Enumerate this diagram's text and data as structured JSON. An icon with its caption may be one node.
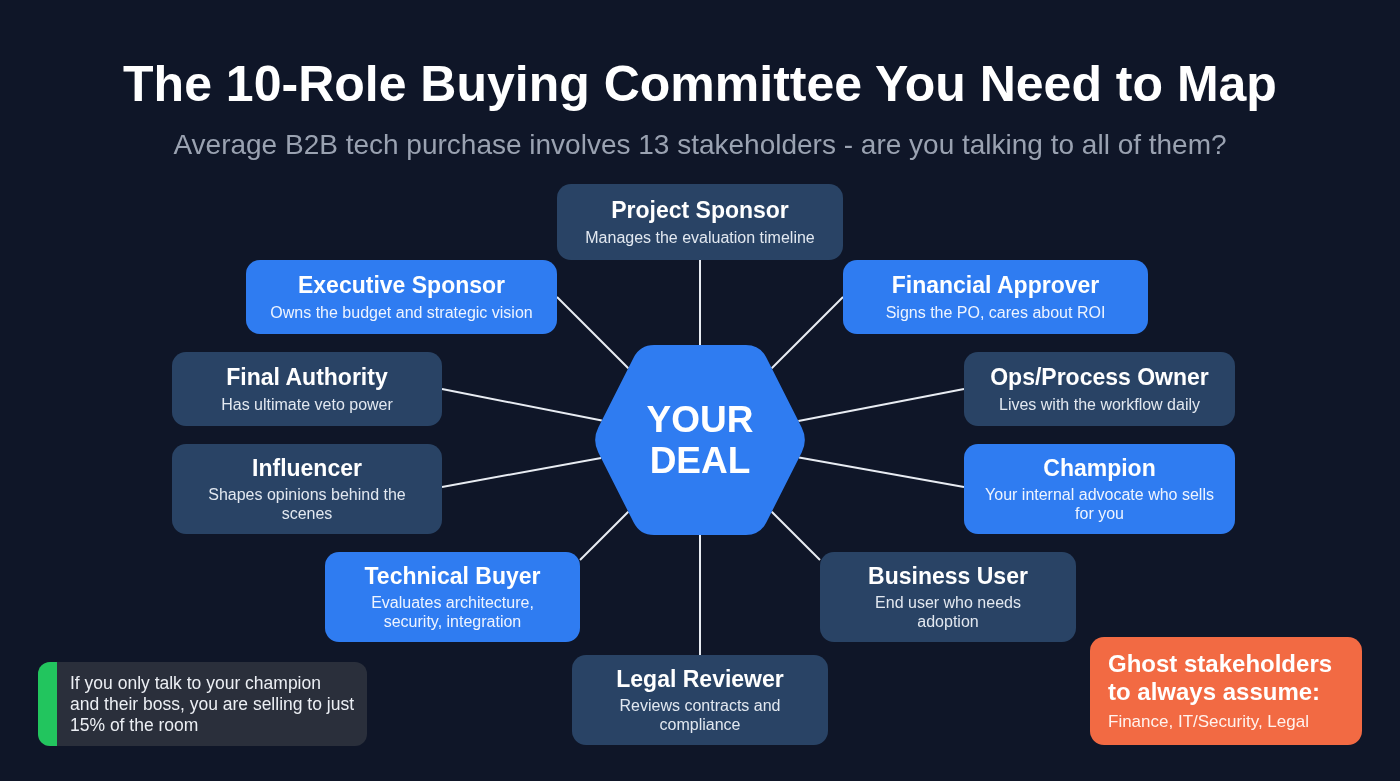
{
  "diagram": {
    "title": "The 10-Role Buying Committee You Need to Map",
    "nodes": [
      {
        "text": [
          "Project Sponsor",
          "Manages the evaluation timeline"
        ]
      },
      {
        "text": [
          "Executive Sponsor",
          "Owns the budget and strategic vision"
        ]
      },
      {
        "text": [
          "Financial Approver",
          "Signs the PO, cares about ROI"
        ]
      },
      {
        "text": [
          "Final Authority",
          "Has ultimate veto power"
        ]
      },
      {
        "text": [
          "YOUR DEAL"
        ]
      },
      {
        "text": [
          "Ops/Process Owner",
          "Lives with the workflow daily"
        ]
      },
      {
        "text": [
          "Influencer",
          "Shapes opinions behind the scenes"
        ]
      },
      {
        "text": [
          "Champion",
          "Your internal advocate who sells for you"
        ]
      },
      {
        "text": [
          "Technical Buyer",
          "Evaluates architecture, security, integration"
        ]
      },
      {
        "text": [
          "Business User",
          "End user who needs adoption"
        ]
      },
      {
        "text": [
          "Legal Reviewer",
          "Reviews contracts and compliance"
        ]
      },
      {
        "text": [
          "If you only talk to your champion and their boss, you are selling to just 15% of the room"
        ]
      },
      {
        "text": [
          "Ghost stakeholders to always assume:",
          "Finance, IT/Security, Legal"
        ]
      }
    ],
    "edges": [
      {
        "from": 4,
        "to": 0,
        "arrow": "none"
      },
      {
        "from": 4,
        "to": 1,
        "arrow": "none"
      },
      {
        "from": 4,
        "to": 2,
        "arrow": "none"
      },
      {
        "from": 4,
        "to": 3,
        "arrow": "none"
      },
      {
        "from": 4,
        "to": 5,
        "arrow": "none"
      },
      {
        "from": 4,
        "to": 6,
        "arrow": "none"
      },
      {
        "from": 4,
        "to": 7,
        "arrow": "none"
      },
      {
        "from": 4,
        "to": 8,
        "arrow": "none"
      },
      {
        "from": 4,
        "to": 9,
        "arrow": "none"
      },
      {
        "from": 4,
        "to": 10,
        "arrow": "none"
      }
    ],
    "labels": [
      "Average B2B tech purchase involves 13 stakeholders - are you talking to all of them?"
    ]
  }
}
